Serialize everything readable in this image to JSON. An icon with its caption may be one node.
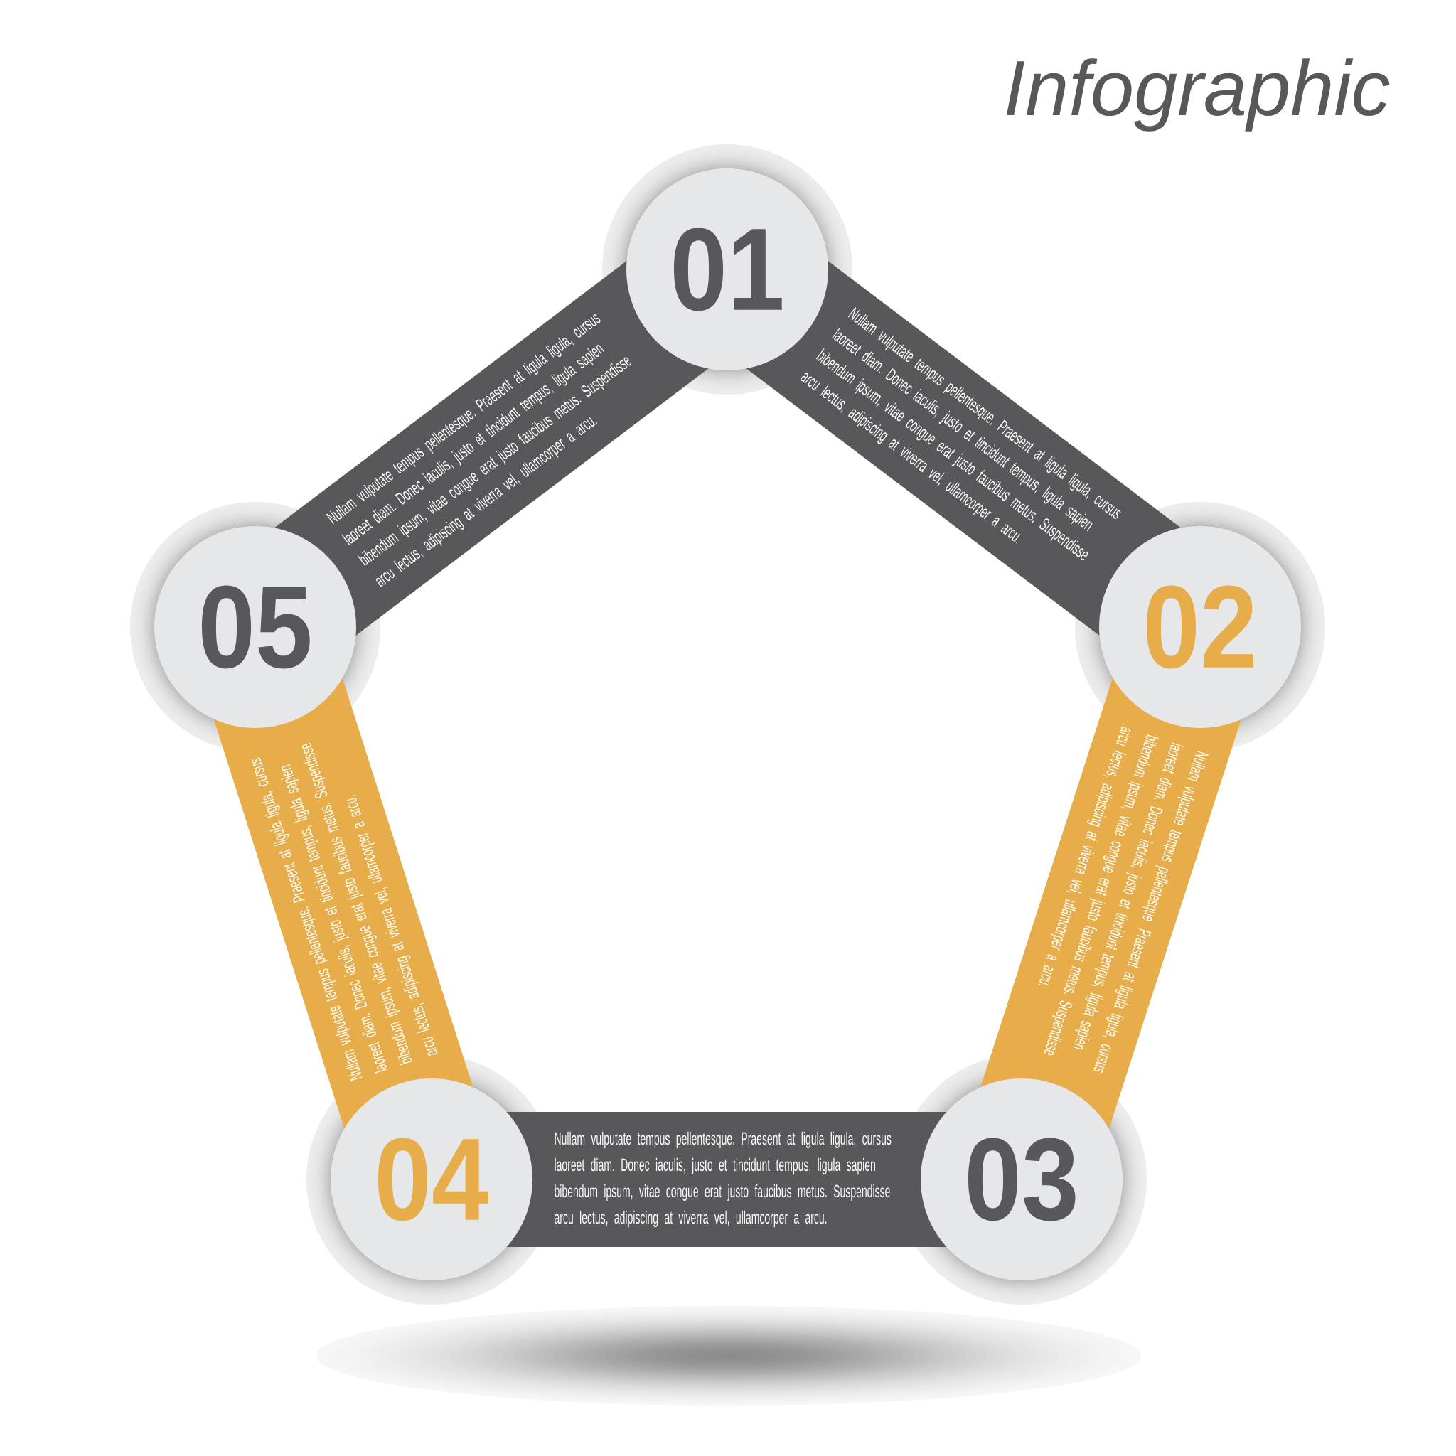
{
  "diagram": {
    "title": "Infographic",
    "nodes": [
      {
        "text": [
          "01"
        ]
      },
      {
        "text": [
          "Nullam vulputate tempus pellentesque. Praesent at ligula ligula, cursus laoreet diam. Donec iaculis, justo et tincidunt tempus, ligula sapien bibendum ipsum, vitae congue erat justo faucibus metus. Suspendisse arcu lectus, adipiscing at viverra vel, ullamcorper a arcu."
        ]
      },
      {
        "text": [
          "02"
        ]
      },
      {
        "text": [
          "Nullam vulputate tempus pellentesque. Praesent at ligula ligula, cursus laoreet diam. Donec iaculis, justo et tincidunt tempus, ligula sapien bibendum ipsum, vitae congue erat justo faucibus metus. Suspendisse arcu lectus, adipiscing at viverra vel, ullamcorper a arcu."
        ]
      },
      {
        "text": [
          "03"
        ]
      },
      {
        "text": [
          "Nullam vulputate tempus pellentesque. Praesent at ligula ligula, cursus laoreet diam. Donec iaculis, justo et tincidunt tempus, ligula sapien bibendum ipsum, vitae congue erat justo faucibus metus. Suspendisse arcu lectus, adipiscing at viverra vel, ullamcorper a arcu."
        ]
      },
      {
        "text": [
          "04"
        ]
      },
      {
        "text": [
          "Nullam vulputate tempus pellentesque. Praesent at ligula ligula, cursus laoreet diam. Donec iaculis, justo et tincidunt tempus, ligula sapien bibendum ipsum, vitae congue erat justo faucibus metus. Suspendisse arcu lectus, adipiscing at viverra vel, ullamcorper a arcu."
        ]
      },
      {
        "text": [
          "05"
        ]
      },
      {
        "text": [
          "Nullam vulputate tempus pellentesque. Praesent at ligula ligula, cursus laoreet diam. Donec iaculis, justo et tincidunt tempus, ligula sapien bibendum ipsum, vitae congue erat justo faucibus metus. Suspendisse arcu lectus, adipiscing at viverra vel, ullamcorper a arcu."
        ]
      }
    ]
  }
}
